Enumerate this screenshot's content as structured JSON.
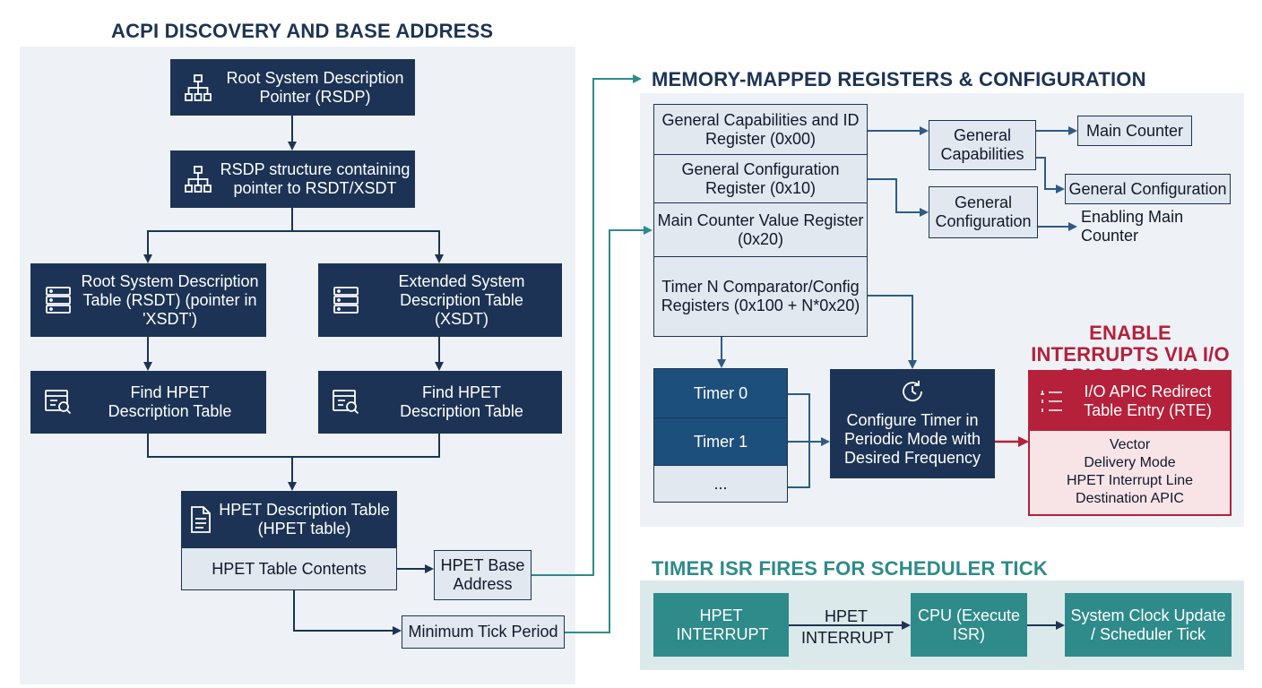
{
  "colors": {
    "navy": "#1c3355",
    "panel_bg": "#eef2f6",
    "teal": "#2e8b8a",
    "red": "#b5203a",
    "light_box": "#e2e8f0"
  },
  "acpi": {
    "title": "ACPI DISCOVERY AND BASE ADDRESS",
    "rsdp": "Root System Description Pointer (RSDP)",
    "rsdp_struct": "RSDP structure containing pointer to RSDT/XSDT",
    "rsdt": "Root System Description Table (RSDT) (pointer in 'XSDT')",
    "xsdt": "Extended System Description Table (XSDT)",
    "find_hpet_left": "Find HPET Description Table",
    "find_hpet_right": "Find HPET Description Table",
    "hpet_table_title": "HPET Description Table (HPET table)",
    "hpet_table_contents": "HPET Table Contents",
    "hpet_base_address": "HPET Base Address",
    "min_tick": "Minimum Tick Period"
  },
  "mmio": {
    "title": "MEMORY-MAPPED REGISTERS & CONFIGURATION",
    "reg_cap": "General Capabilities and ID Register (0x00)",
    "reg_conf": "General Configuration Register (0x10)",
    "reg_counter": "Main Counter Value Register (0x20)",
    "reg_timer_n": "Timer N Comparator/Config Registers (0x100 + N*0x20)",
    "gen_cap": "General Capabilities",
    "main_counter": "Main Counter",
    "gen_config_right": "General Configuration",
    "gen_config": "General Configuration",
    "enabling": "Enabling Main Counter",
    "timer0": "Timer 0",
    "timer1": "Timer 1",
    "timer_more": "...",
    "configure_timer": "Configure Timer in Periodic Mode with Desired Frequency"
  },
  "interrupts": {
    "title": "ENABLE INTERRUPTS VIA I/O APIC ROUTING",
    "rte_title": "I/O APIC Redirect Table Entry (RTE)",
    "fields": [
      "Vector",
      "Delivery Mode",
      "HPET Interrupt Line",
      "Destination APIC"
    ]
  },
  "isr": {
    "title": "TIMER ISR FIRES FOR SCHEDULER TICK",
    "hpet_interrupt_box": "HPET INTERRUPT",
    "arrow_label": "HPET INTERRUPT",
    "cpu": "CPU (Execute ISR)",
    "system_clock": "System Clock Update / Scheduler Tick"
  }
}
